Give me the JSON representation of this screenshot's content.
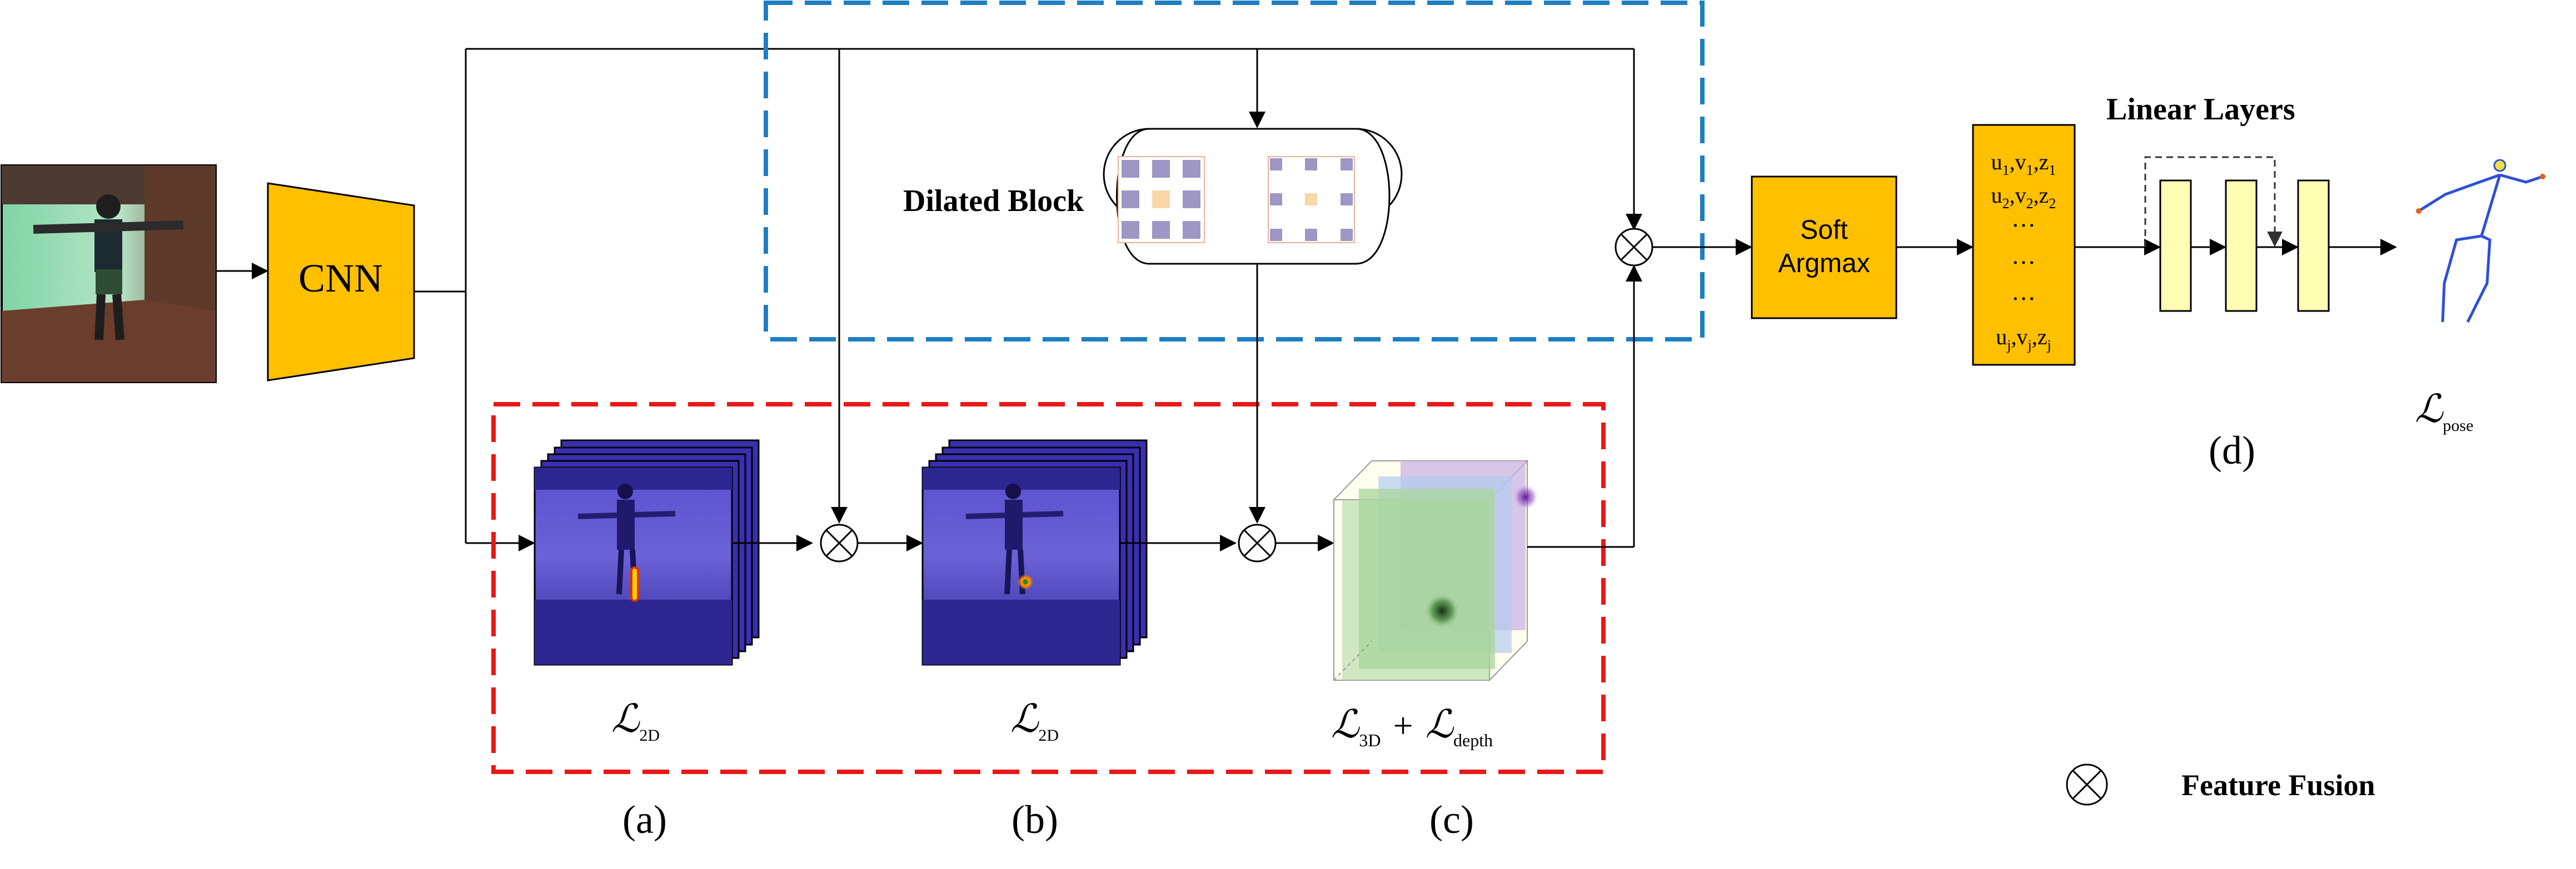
{
  "colors": {
    "cnn_fill": "#FFC000",
    "argmax_fill": "#FFC000",
    "coords_fill": "#FFC000",
    "linear_fill": "#FFFFB3",
    "blue_dash": "#1F7EC2",
    "red_dash": "#E81818",
    "heatmap_purple": "#3A2FB0",
    "cube_green": "#A8D59B",
    "cube_purple": "#C9B3E6",
    "cube_blue": "#B4CCEF",
    "dilated_purple": "#9E96C4",
    "dilated_orange": "#F8D7A8",
    "skeleton_blue": "#2E4FD6"
  },
  "icons": {
    "input_image": "input-photo-icon",
    "fusion": "feature-fusion-icon",
    "skeleton": "3d-pose-skeleton-icon"
  },
  "labels": {
    "cnn": "CNN",
    "dilated_block": "Dilated Block",
    "soft_argmax_line1": "Soft",
    "soft_argmax_line2": "Argmax",
    "linear_layers": "Linear Layers",
    "loss_2d_a_main": "ℒ",
    "loss_2d_a_sub": "2D",
    "loss_2d_b_main": "ℒ",
    "loss_2d_b_sub": "2D",
    "loss_3d_main": "ℒ",
    "loss_3d_sub": "3D",
    "loss_plus": "+",
    "loss_depth_main": "ℒ",
    "loss_depth_sub": "depth",
    "loss_pose_main": "ℒ",
    "loss_pose_sub": "pose",
    "panel_a": "(a)",
    "panel_b": "(b)",
    "panel_c": "(c)",
    "panel_d": "(d)",
    "legend_feature_fusion": "Feature Fusion"
  },
  "coordinates": {
    "row1": {
      "u": "u",
      "u_sub": "1",
      "v": ",v",
      "v_sub": "1",
      "z": ",z",
      "z_sub": "1"
    },
    "row2": {
      "u": "u",
      "u_sub": "2",
      "v": ",v",
      "v_sub": "2",
      "z": ",z",
      "z_sub": "2"
    },
    "dots": "…",
    "rowj": {
      "u": "u",
      "u_sub": "j",
      "v": ",v",
      "v_sub": "j",
      "z": ",z",
      "z_sub": "j"
    }
  }
}
